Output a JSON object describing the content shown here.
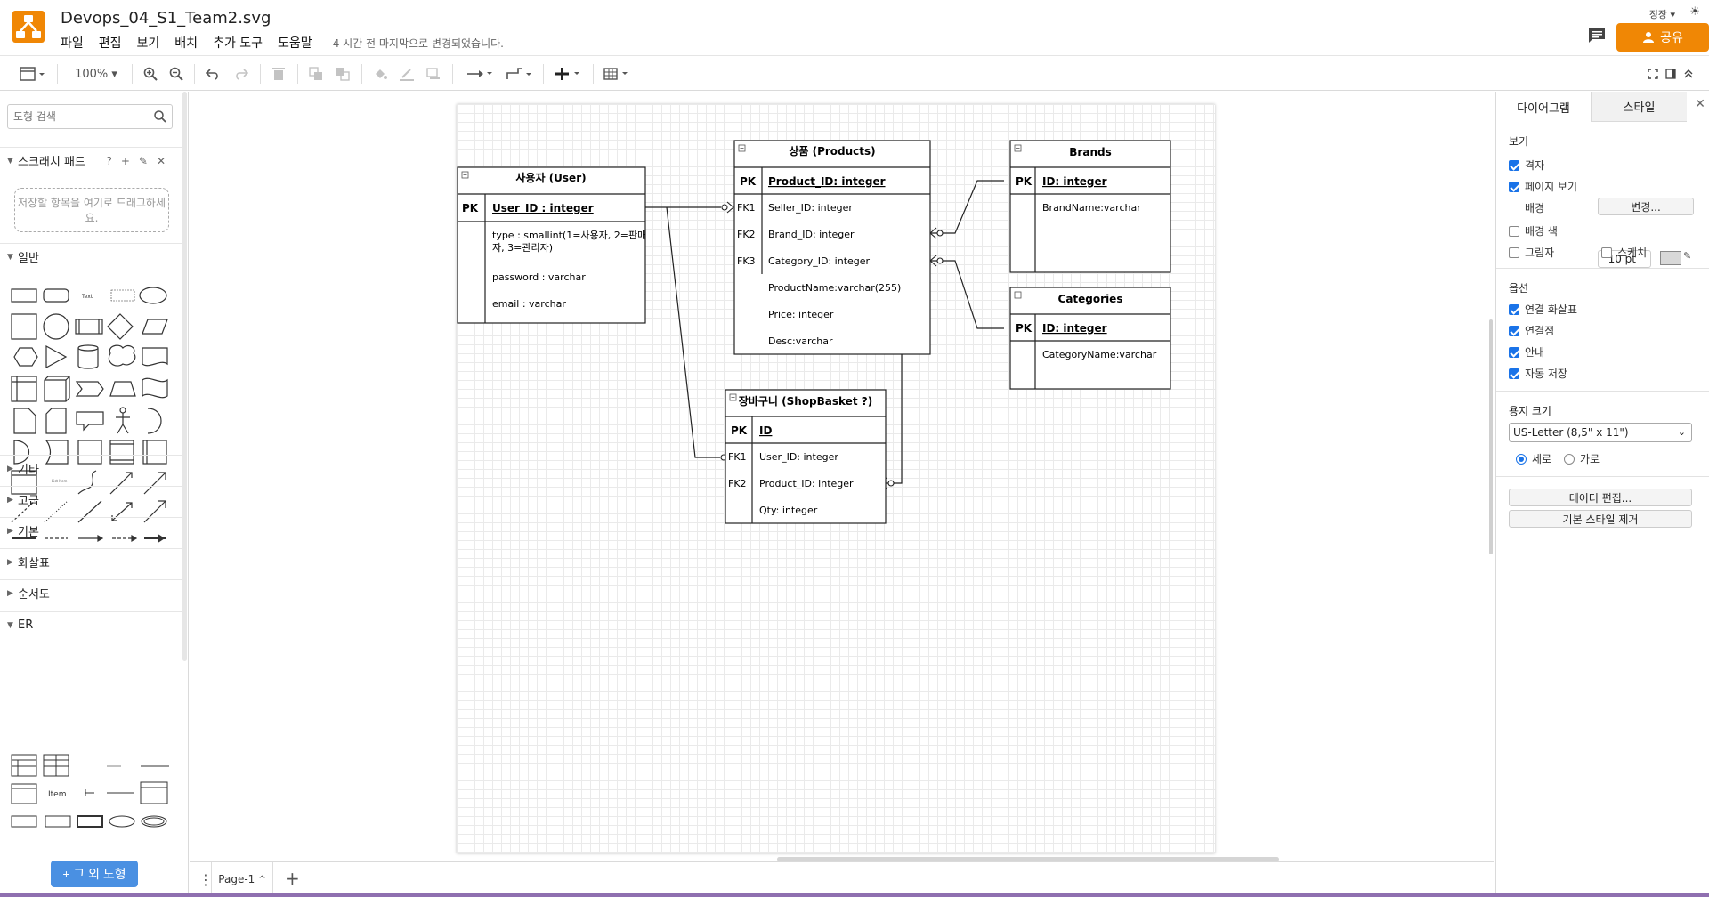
{
  "header": {
    "title": "Devops_04_S1_Team2.svg",
    "menus": [
      "파일",
      "편집",
      "보기",
      "배치",
      "추가 도구",
      "도움말"
    ],
    "last_saved": "4 시간 전 마지막으로 변경되었습니다.",
    "user": "징장",
    "share_label": "공유",
    "brand_color": "#f08705"
  },
  "toolbar": {
    "zoom": "100%"
  },
  "sidebar": {
    "search_placeholder": "도형 검색",
    "scratchpad_title": "스크래치 패드",
    "scratchpad_tools": [
      "?",
      "+",
      "✎",
      "✕"
    ],
    "scratchpad_drop": "저장할 항목을 여기로 드래그하세요.",
    "general_title": "일반",
    "collapsed_sections": [
      "기타",
      "고급",
      "기본",
      "화살표",
      "순서도"
    ],
    "er_title": "ER",
    "er_item_label": "Item",
    "more_shapes": "+ 그 외 도형"
  },
  "diagram": {
    "user_table": {
      "title": "사용자 (User)",
      "pk_key": "PK",
      "pk_field": "User_ID : integer",
      "fields": [
        "type : smallint(1=사용자, 2=판매자, 3=관리자)",
        "password : varchar",
        "email : varchar"
      ]
    },
    "products_table": {
      "title": "상품 (Products)",
      "pk_key": "PK",
      "pk_field": "Product_ID: integer",
      "fk_keys": [
        "FK1",
        "FK2",
        "FK3"
      ],
      "fk_fields": [
        "Seller_ID: integer",
        "Brand_ID: integer",
        "Category_ID: integer"
      ],
      "fields": [
        "ProductName:varchar(255)",
        "Price: integer",
        "Desc:varchar"
      ]
    },
    "brands_table": {
      "title": "Brands",
      "pk_key": "PK",
      "pk_field": "ID: integer",
      "fields": [
        "BrandName:varchar"
      ]
    },
    "categories_table": {
      "title": "Categories",
      "pk_key": "PK",
      "pk_field": "ID: integer",
      "fields": [
        "CategoryName:varchar"
      ]
    },
    "basket_table": {
      "title": "장바구니 (ShopBasket ?)",
      "pk_key": "PK",
      "pk_field": "ID",
      "fk_keys": [
        "FK1",
        "FK2"
      ],
      "fk_fields": [
        "User_ID: integer",
        "Product_ID: integer"
      ],
      "fields": [
        "Qty: integer"
      ]
    }
  },
  "pagebar": {
    "page_name": "Page-1"
  },
  "right_panel": {
    "tab_diagram": "다이어그램",
    "tab_style": "스타일",
    "view_title": "보기",
    "grid_label": "격자",
    "grid_checked": true,
    "grid_size": "10 pt",
    "page_view_label": "페이지 보기",
    "page_view_checked": true,
    "background_label": "배경",
    "change_btn": "변경...",
    "bg_color_label": "배경 색",
    "bg_color_checked": false,
    "shadow_label": "그림자",
    "shadow_checked": false,
    "sketch_label": "스케치",
    "sketch_checked": false,
    "options_title": "옵션",
    "options": [
      {
        "label": "연결 화살표",
        "checked": true
      },
      {
        "label": "연결점",
        "checked": true
      },
      {
        "label": "안내",
        "checked": true
      },
      {
        "label": "자동 저장",
        "checked": true
      }
    ],
    "paper_title": "용지 크기",
    "paper_value": "US-Letter (8,5\" x 11\")",
    "orientation_portrait": "세로",
    "orientation_landscape": "가로",
    "portrait_selected": true,
    "edit_data_btn": "데이터 편집...",
    "clear_style_btn": "기본 스타일 제거"
  }
}
